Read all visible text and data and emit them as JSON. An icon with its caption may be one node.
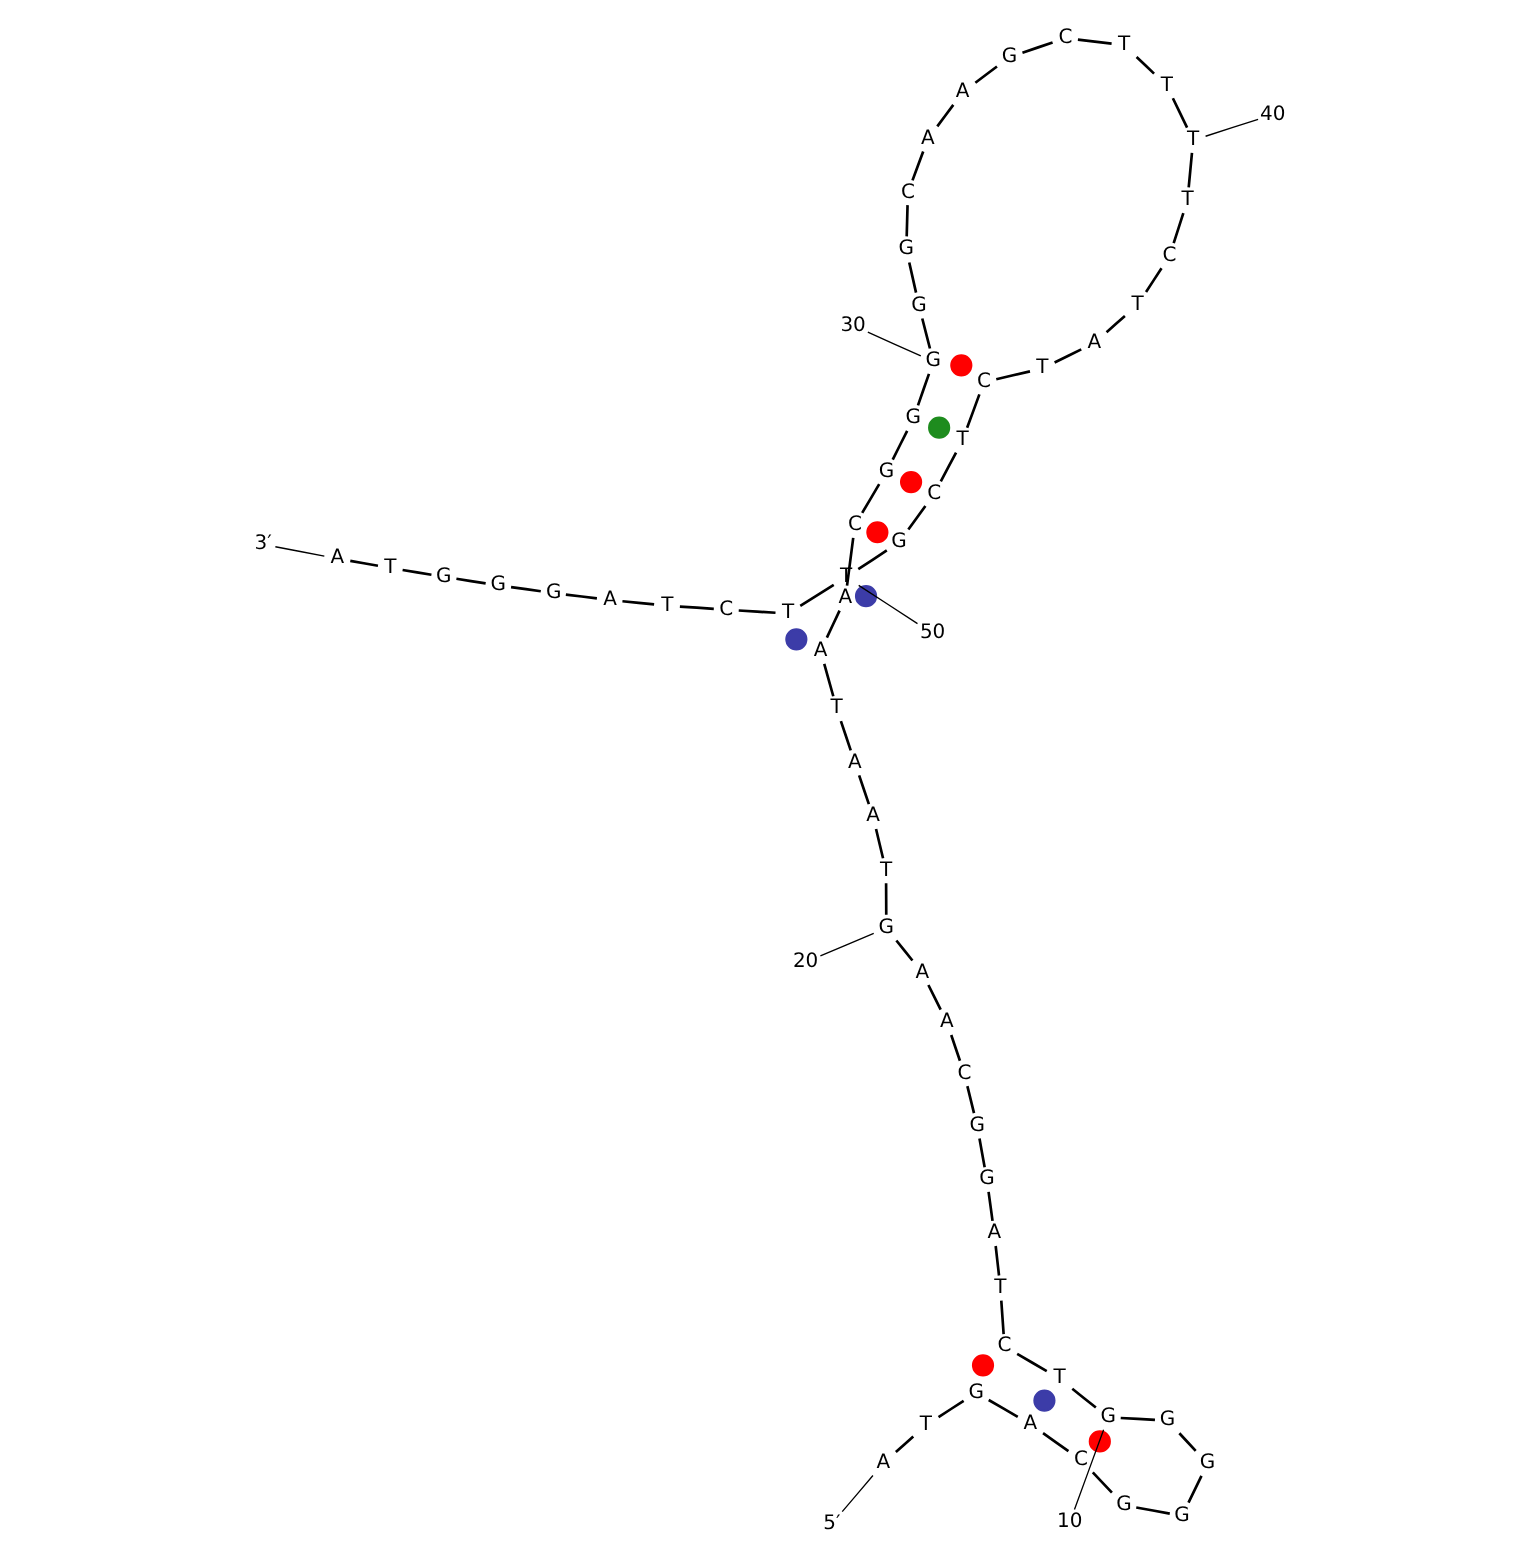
{
  "diagram": {
    "nodes": [
      {
        "text": [
          "A"
        ]
      },
      {
        "text": [
          "T"
        ]
      },
      {
        "text": [
          "G"
        ]
      },
      {
        "text": [
          "A"
        ]
      },
      {
        "text": [
          "C"
        ]
      },
      {
        "text": [
          "G"
        ]
      },
      {
        "text": [
          "G"
        ]
      },
      {
        "text": [
          "G"
        ]
      },
      {
        "text": [
          "G"
        ]
      },
      {
        "text": [
          "G"
        ]
      },
      {
        "text": [
          "T"
        ]
      },
      {
        "text": [
          "C"
        ]
      },
      {
        "text": [
          "T"
        ]
      },
      {
        "text": [
          "A"
        ]
      },
      {
        "text": [
          "G"
        ]
      },
      {
        "text": [
          "G"
        ]
      },
      {
        "text": [
          "C"
        ]
      },
      {
        "text": [
          "A"
        ]
      },
      {
        "text": [
          "A"
        ]
      },
      {
        "text": [
          "G"
        ]
      },
      {
        "text": [
          "T"
        ]
      },
      {
        "text": [
          "A"
        ]
      },
      {
        "text": [
          "A"
        ]
      },
      {
        "text": [
          "T"
        ]
      },
      {
        "text": [
          "A"
        ]
      },
      {
        "text": [
          "A"
        ]
      },
      {
        "text": [
          "C"
        ]
      },
      {
        "text": [
          "G"
        ]
      },
      {
        "text": [
          "G"
        ]
      },
      {
        "text": [
          "G"
        ]
      },
      {
        "text": [
          "G"
        ]
      },
      {
        "text": [
          "G"
        ]
      },
      {
        "text": [
          "C"
        ]
      },
      {
        "text": [
          "A"
        ]
      },
      {
        "text": [
          "A"
        ]
      },
      {
        "text": [
          "G"
        ]
      },
      {
        "text": [
          "C"
        ]
      },
      {
        "text": [
          "T"
        ]
      },
      {
        "text": [
          "T"
        ]
      },
      {
        "text": [
          "T"
        ]
      },
      {
        "text": [
          "T"
        ]
      },
      {
        "text": [
          "C"
        ]
      },
      {
        "text": [
          "T"
        ]
      },
      {
        "text": [
          "A"
        ]
      },
      {
        "text": [
          "T"
        ]
      },
      {
        "text": [
          "C"
        ]
      },
      {
        "text": [
          "T"
        ]
      },
      {
        "text": [
          "C"
        ]
      },
      {
        "text": [
          "G"
        ]
      },
      {
        "text": [
          "T"
        ]
      },
      {
        "text": [
          "T"
        ]
      },
      {
        "text": [
          "C"
        ]
      },
      {
        "text": [
          "T"
        ]
      },
      {
        "text": [
          "A"
        ]
      },
      {
        "text": [
          "G"
        ]
      },
      {
        "text": [
          "G"
        ]
      },
      {
        "text": [
          "G"
        ]
      },
      {
        "text": [
          "T"
        ]
      },
      {
        "text": [
          "A"
        ]
      },
      {
        "text": [
          "5′"
        ]
      },
      {
        "text": [
          "10"
        ]
      },
      {
        "text": [
          "20"
        ]
      },
      {
        "text": [
          "30"
        ]
      },
      {
        "text": [
          "40"
        ]
      },
      {
        "text": [
          "50"
        ]
      },
      {
        "text": [
          "3′"
        ]
      },
      {
        "text": [],
        "shape": "circle"
      },
      {
        "text": [],
        "shape": "circle"
      },
      {
        "text": [],
        "shape": "circle"
      },
      {
        "text": [],
        "shape": "circle"
      },
      {
        "text": [],
        "shape": "circle"
      },
      {
        "text": [],
        "shape": "circle"
      },
      {
        "text": [],
        "shape": "circle"
      },
      {
        "text": [],
        "shape": "circle"
      },
      {
        "text": [],
        "shape": "circle"
      }
    ],
    "edges": [
      {
        "from": 0,
        "to": 1,
        "arrow": "none"
      },
      {
        "from": 1,
        "to": 2,
        "arrow": "none"
      },
      {
        "from": 2,
        "to": 3,
        "arrow": "none"
      },
      {
        "from": 3,
        "to": 4,
        "arrow": "none"
      },
      {
        "from": 4,
        "to": 5,
        "arrow": "none"
      },
      {
        "from": 5,
        "to": 6,
        "arrow": "none"
      },
      {
        "from": 6,
        "to": 7,
        "arrow": "none"
      },
      {
        "from": 7,
        "to": 8,
        "arrow": "none"
      },
      {
        "from": 8,
        "to": 9,
        "arrow": "none"
      },
      {
        "from": 9,
        "to": 10,
        "arrow": "none"
      },
      {
        "from": 10,
        "to": 11,
        "arrow": "none"
      },
      {
        "from": 11,
        "to": 12,
        "arrow": "none"
      },
      {
        "from": 12,
        "to": 13,
        "arrow": "none"
      },
      {
        "from": 13,
        "to": 14,
        "arrow": "none"
      },
      {
        "from": 14,
        "to": 15,
        "arrow": "none"
      },
      {
        "from": 15,
        "to": 16,
        "arrow": "none"
      },
      {
        "from": 16,
        "to": 17,
        "arrow": "none"
      },
      {
        "from": 17,
        "to": 18,
        "arrow": "none"
      },
      {
        "from": 18,
        "to": 19,
        "arrow": "none"
      },
      {
        "from": 19,
        "to": 20,
        "arrow": "none"
      },
      {
        "from": 20,
        "to": 21,
        "arrow": "none"
      },
      {
        "from": 21,
        "to": 22,
        "arrow": "none"
      },
      {
        "from": 22,
        "to": 23,
        "arrow": "none"
      },
      {
        "from": 23,
        "to": 24,
        "arrow": "none"
      },
      {
        "from": 24,
        "to": 25,
        "arrow": "none"
      },
      {
        "from": 25,
        "to": 26,
        "arrow": "none"
      },
      {
        "from": 26,
        "to": 27,
        "arrow": "none"
      },
      {
        "from": 27,
        "to": 28,
        "arrow": "none"
      },
      {
        "from": 28,
        "to": 29,
        "arrow": "none"
      },
      {
        "from": 29,
        "to": 30,
        "arrow": "none"
      },
      {
        "from": 30,
        "to": 31,
        "arrow": "none"
      },
      {
        "from": 31,
        "to": 32,
        "arrow": "none"
      },
      {
        "from": 32,
        "to": 33,
        "arrow": "none"
      },
      {
        "from": 33,
        "to": 34,
        "arrow": "none"
      },
      {
        "from": 34,
        "to": 35,
        "arrow": "none"
      },
      {
        "from": 35,
        "to": 36,
        "arrow": "none"
      },
      {
        "from": 36,
        "to": 37,
        "arrow": "none"
      },
      {
        "from": 37,
        "to": 38,
        "arrow": "none"
      },
      {
        "from": 38,
        "to": 39,
        "arrow": "none"
      },
      {
        "from": 39,
        "to": 40,
        "arrow": "none"
      },
      {
        "from": 40,
        "to": 41,
        "arrow": "none"
      },
      {
        "from": 41,
        "to": 42,
        "arrow": "none"
      },
      {
        "from": 42,
        "to": 43,
        "arrow": "none"
      },
      {
        "from": 43,
        "to": 44,
        "arrow": "none"
      },
      {
        "from": 44,
        "to": 45,
        "arrow": "none"
      },
      {
        "from": 45,
        "to": 46,
        "arrow": "none"
      },
      {
        "from": 46,
        "to": 47,
        "arrow": "none"
      },
      {
        "from": 47,
        "to": 48,
        "arrow": "none"
      },
      {
        "from": 48,
        "to": 49,
        "arrow": "none"
      },
      {
        "from": 49,
        "to": 50,
        "arrow": "none"
      },
      {
        "from": 50,
        "to": 51,
        "arrow": "none"
      },
      {
        "from": 51,
        "to": 52,
        "arrow": "none"
      },
      {
        "from": 52,
        "to": 53,
        "arrow": "none"
      },
      {
        "from": 53,
        "to": 54,
        "arrow": "none"
      },
      {
        "from": 54,
        "to": 55,
        "arrow": "none"
      },
      {
        "from": 55,
        "to": 56,
        "arrow": "none"
      },
      {
        "from": 56,
        "to": 57,
        "arrow": "none"
      },
      {
        "from": 57,
        "to": 58,
        "arrow": "none"
      },
      {
        "from": 59,
        "to": 0,
        "arrow": "none"
      },
      {
        "from": 60,
        "to": 9,
        "arrow": "none"
      },
      {
        "from": 61,
        "to": 19,
        "arrow": "none"
      },
      {
        "from": 62,
        "to": 29,
        "arrow": "none"
      },
      {
        "from": 63,
        "to": 39,
        "arrow": "none"
      },
      {
        "from": 64,
        "to": 49,
        "arrow": "none"
      },
      {
        "from": 65,
        "to": 58,
        "arrow": "none"
      }
    ]
  }
}
